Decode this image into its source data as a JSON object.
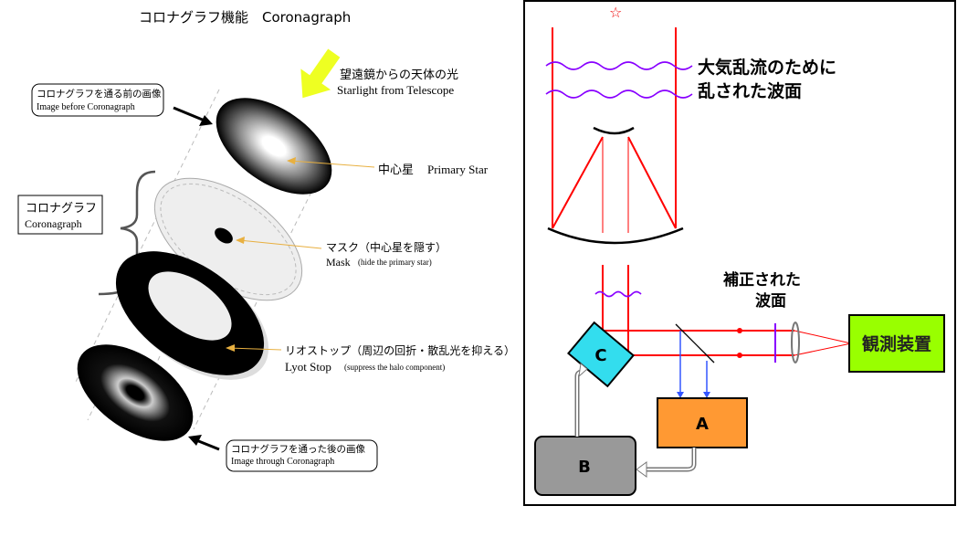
{
  "left": {
    "title": "コロナグラフ機能　Coronagraph",
    "starlight_jp": "望遠鏡からの天体の光",
    "starlight_en": "Starlight from Telescope",
    "before_jp": "コロナグラフを通る前の画像",
    "before_en": "Image before Coronagraph",
    "coronagraph_jp": "コロナグラフ",
    "coronagraph_en": "Coronagraph",
    "primary_jp": "中心星",
    "primary_en": "Primary Star",
    "mask_jp": "マスク（中心星を隠す）",
    "mask_en": "Mask",
    "mask_en_note": "(hide the primary star)",
    "lyot_jp": "リオストップ（周辺の回折・散乱光を抑える）",
    "lyot_en": "Lyot Stop",
    "lyot_en_note": "(suppress the halo component)",
    "after_jp": "コロナグラフを通った後の画像",
    "after_en": "Image through Coronagraph"
  },
  "right": {
    "turbulence_line1": "大気乱流のために",
    "turbulence_line2": "乱された波面",
    "corrected_line1": "補正された",
    "corrected_line2": "波面",
    "instrument": "観測装置",
    "box_a": "A",
    "box_b": "B",
    "box_c": "C",
    "colors": {
      "beam": "#ff0000",
      "wave": "#8800ff",
      "a": "#ff9933",
      "b": "#999999",
      "c": "#33ddee",
      "instrument": "#99ff00"
    }
  }
}
